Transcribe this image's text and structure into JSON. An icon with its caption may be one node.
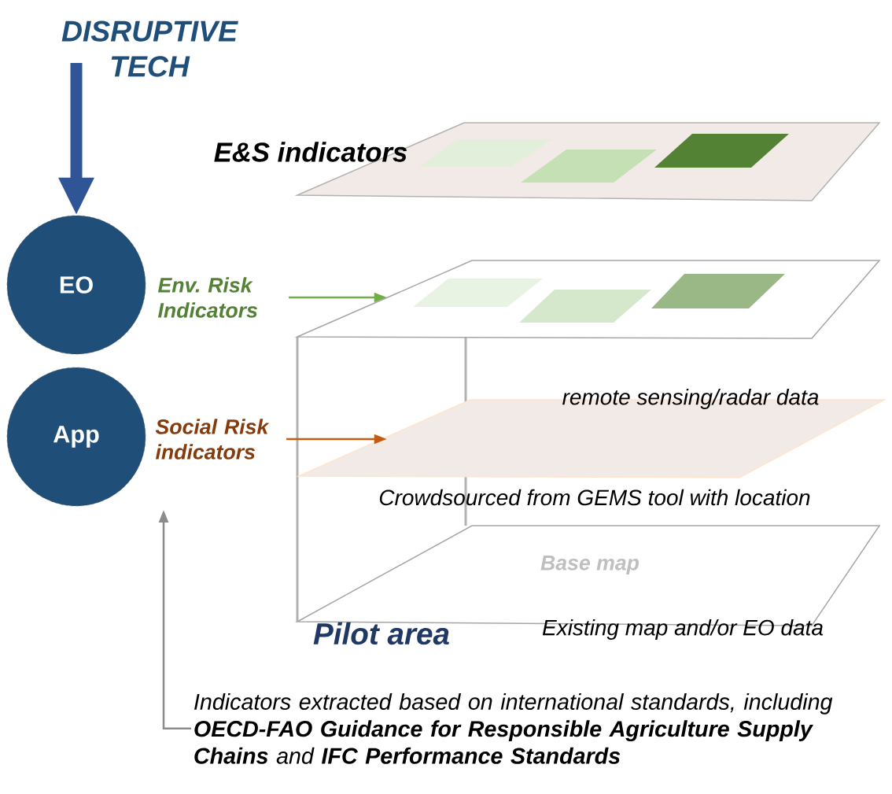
{
  "diagram": {
    "nodes": [
      {
        "text": [
          "DISRUPTIVE TECH"
        ]
      },
      {
        "text": [
          "EO"
        ]
      },
      {
        "text": [
          "App"
        ]
      },
      {
        "text": [
          "Env. Risk Indicators"
        ]
      },
      {
        "text": [
          "Social Risk indicators"
        ]
      },
      {
        "text": [
          "E&S indicators"
        ]
      },
      {
        "text": [],
        "shape": "plane"
      },
      {
        "text": [],
        "shape": "plane"
      },
      {
        "text": [
          "Base map"
        ]
      },
      {
        "text": [
          "Indicators extracted based on international standards, including **OECD-FAO Guidance for Responsible Agriculture Supply Chains** and **IFC Performance Standards**"
        ]
      }
    ],
    "edges": [
      {
        "from": 0,
        "to": 1,
        "arrow": "to",
        "style": "thick",
        "color": "#2f5597"
      },
      {
        "from": 3,
        "to": 6,
        "arrow": "to",
        "color": "#70ad47"
      },
      {
        "from": 4,
        "to": 7,
        "arrow": "to",
        "color": "#c55a11"
      },
      {
        "from": 9,
        "to": null,
        "arrow": "to",
        "color": "#8c8c8c"
      }
    ],
    "labels": [
      "remote sensing/radar data",
      "Crowdsourced from GEMS tool with location",
      "Pilot area",
      "Existing map and/or EO data"
    ]
  }
}
